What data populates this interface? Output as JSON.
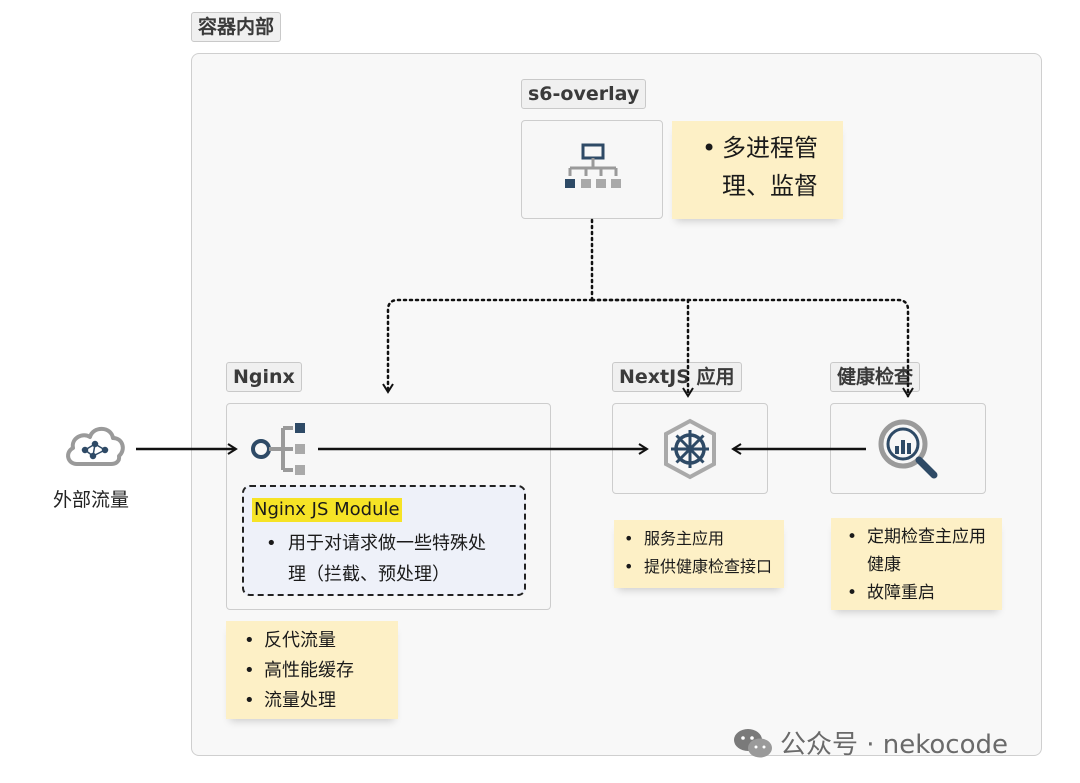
{
  "container": {
    "label": "容器内部"
  },
  "s6": {
    "label": "s6-overlay",
    "notes": [
      "多进程管",
      "理、监督"
    ]
  },
  "nginx": {
    "label": "Nginx",
    "js_module": {
      "title": "Nginx JS Module",
      "items": [
        "用于对请求做一些特殊处",
        "理（拦截、预处理）"
      ]
    },
    "notes": [
      "反代流量",
      "高性能缓存",
      "流量处理"
    ]
  },
  "nextjs": {
    "label": "NextJS 应用",
    "notes": [
      "服务主应用",
      "提供健康检查接口"
    ]
  },
  "health": {
    "label": "健康检查",
    "notes": [
      "定期检查主应用",
      "健康",
      "故障重启"
    ]
  },
  "external": {
    "label": "外部流量"
  },
  "watermark": {
    "text": "公众号 · nekocode"
  },
  "icons": {
    "s6": "hierarchy-icon",
    "nginx": "router-icon",
    "nextjs": "helm-wheel-icon",
    "health": "analytics-magnifier-icon",
    "external": "cloud-network-icon",
    "watermark": "wechat-icon"
  },
  "colors": {
    "note_bg": "#fdf0c6",
    "highlight": "#f6e326",
    "js_module_bg": "#eef1f9",
    "icon_blue": "#2e4a66"
  }
}
